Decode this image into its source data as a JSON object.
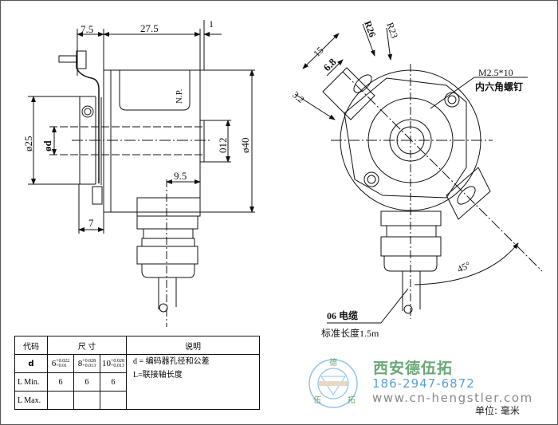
{
  "side_view": {
    "dims": {
      "top_left": "7.5",
      "top_mid": "27.5",
      "top_right": "1",
      "dia_left": "ø25",
      "dia_d": "ød",
      "dia_shaft": "012",
      "dia_body": "ø40",
      "offset_connector": "9.5",
      "bottom_left": "7"
    },
    "label_np": "N.P."
  },
  "front_view": {
    "dims": {
      "r26": "R26",
      "r23": "R23",
      "d15": "15",
      "d68": "6.8",
      "d32": "3.2",
      "angle": "45°"
    },
    "screw_spec": "M2.5*10",
    "screw_name": "内六角螺钉",
    "cable_code": "06 电缆",
    "cable_length": "标准长度1.5m"
  },
  "spec_table": {
    "headers": [
      "代码",
      "尺 寸",
      "说明"
    ],
    "rows": [
      {
        "code": "d",
        "values": [
          {
            "base": "6",
            "upper": "+0.022",
            "lower": "+0.01"
          },
          {
            "base": "8",
            "upper": "+0.028",
            "lower": "+0.013"
          },
          {
            "base": "10",
            "upper": "+0.028",
            "lower": "+0.013"
          }
        ]
      },
      {
        "code": "L Min.",
        "values": [
          "6",
          "6",
          "6"
        ]
      },
      {
        "code": "L Max.",
        "values": [
          "",
          "",
          ""
        ]
      }
    ],
    "notes": [
      "d = 编码器孔径和公差",
      "L=联接轴长度"
    ]
  },
  "brand": {
    "name": "西安德伍拓",
    "phone": "186-2947-6872",
    "url": "www.cn-hengstler.com",
    "logo_chars": [
      "德",
      "伍",
      "拓"
    ],
    "colors": {
      "green": "#6aa876",
      "blue": "#5aa0d6",
      "gray": "#888888"
    }
  },
  "unit_label": "单位: 毫米"
}
